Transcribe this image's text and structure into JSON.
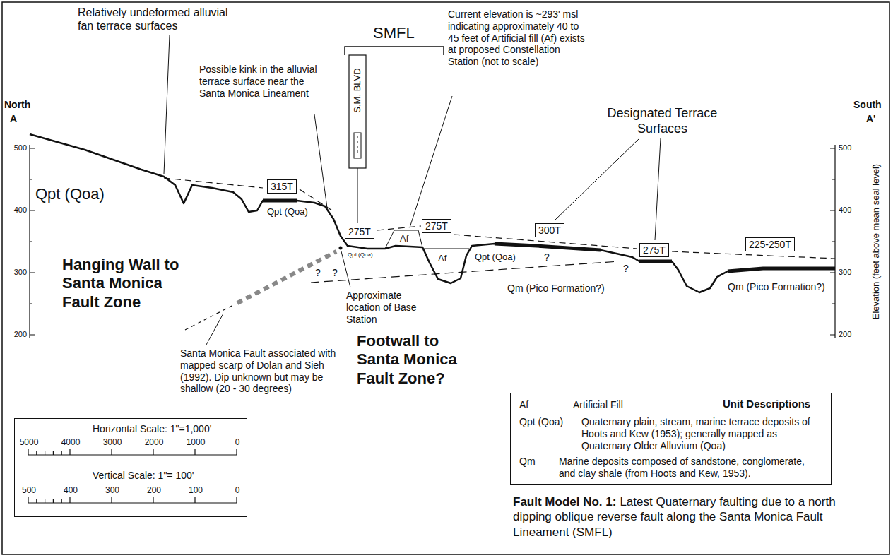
{
  "diagram": {
    "nodes": [
      {
        "text": [
          "315T"
        ]
      },
      {
        "text": [
          "275T"
        ]
      },
      {
        "text": [
          "275T"
        ]
      },
      {
        "text": [
          "300T"
        ]
      },
      {
        "text": [
          "275T"
        ]
      },
      {
        "text": [
          "225-250T"
        ]
      },
      {
        "text": [
          "Horizontal Scale: 1\"=1,000'",
          "5000",
          "4000",
          "3000",
          "2000",
          "1000",
          "0",
          "Vertical Scale: 1\"= 100'",
          "500",
          "400",
          "300",
          "200",
          "100",
          "0"
        ]
      },
      {
        "text": [
          "Af",
          "Artificial Fill",
          "Unit Descriptions",
          "Qpt (Qoa)",
          "Quaternary plain, stream, marine terrace deposits of Hoots and Kew (1953); generally mapped as Quaternary Older Alluvium (Qoa)",
          "Qm",
          "Marine deposits composed of sandstone, conglomerate, and clay shale (from Hoots and Kew, 1953)."
        ]
      }
    ],
    "labels": [
      "North",
      "A",
      "Relatively undeformed alluvial fan terrace surfaces",
      "SMFL",
      "S.M. BLVD",
      "Possible kink in the alluvial terrace surface near the Santa Monica Lineament",
      "Current elevation is ~293' msl indicating approximately 40 to 45 feet of Artificial fill (Af) exists at proposed Constellation Station (not to scale)",
      "Designated Terrace Surfaces",
      "South",
      "A'",
      "500",
      "400",
      "300",
      "200",
      "Qpt (Qoa)",
      "Qpt (Qoa)",
      "Qpt (Qoa)",
      "Af",
      "Af",
      "Qpt (Qoa)",
      "?",
      "?",
      "?",
      "?",
      "Qm (Pico Formation?)",
      "Qm (Pico Formation?)",
      "500",
      "400",
      "300",
      "200",
      "Elevation (feet above mean seal level)",
      "Hanging Wall to Santa Monica Fault Zone",
      "Approximate location of Base Station",
      "Footwall to Santa Monica Fault Zone?",
      "Santa Monica Fault associated with mapped scarp of Dolan and Sieh (1992). Dip unknown but may be shallow (20 - 30 degrees)",
      "Fault Model No. 1:",
      "Latest Quaternary faulting due to a north dipping oblique reverse fault along the Santa Monica Fault Lineament (SMFL)"
    ]
  }
}
